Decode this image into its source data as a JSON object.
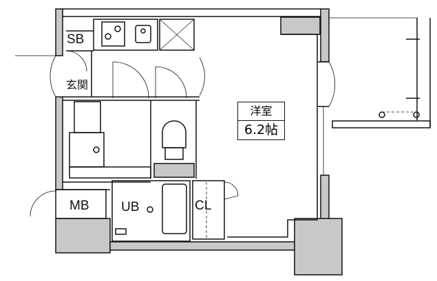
{
  "floorplan": {
    "rooms": {
      "shoe_box": "SB",
      "entrance": "玄関",
      "western_room_name": "洋室",
      "western_room_size": "6.2帖",
      "meter_box": "MB",
      "unit_bath": "UB",
      "closet": "CL"
    },
    "colors": {
      "wall": "#c8c8c8",
      "line": "#111111"
    }
  }
}
